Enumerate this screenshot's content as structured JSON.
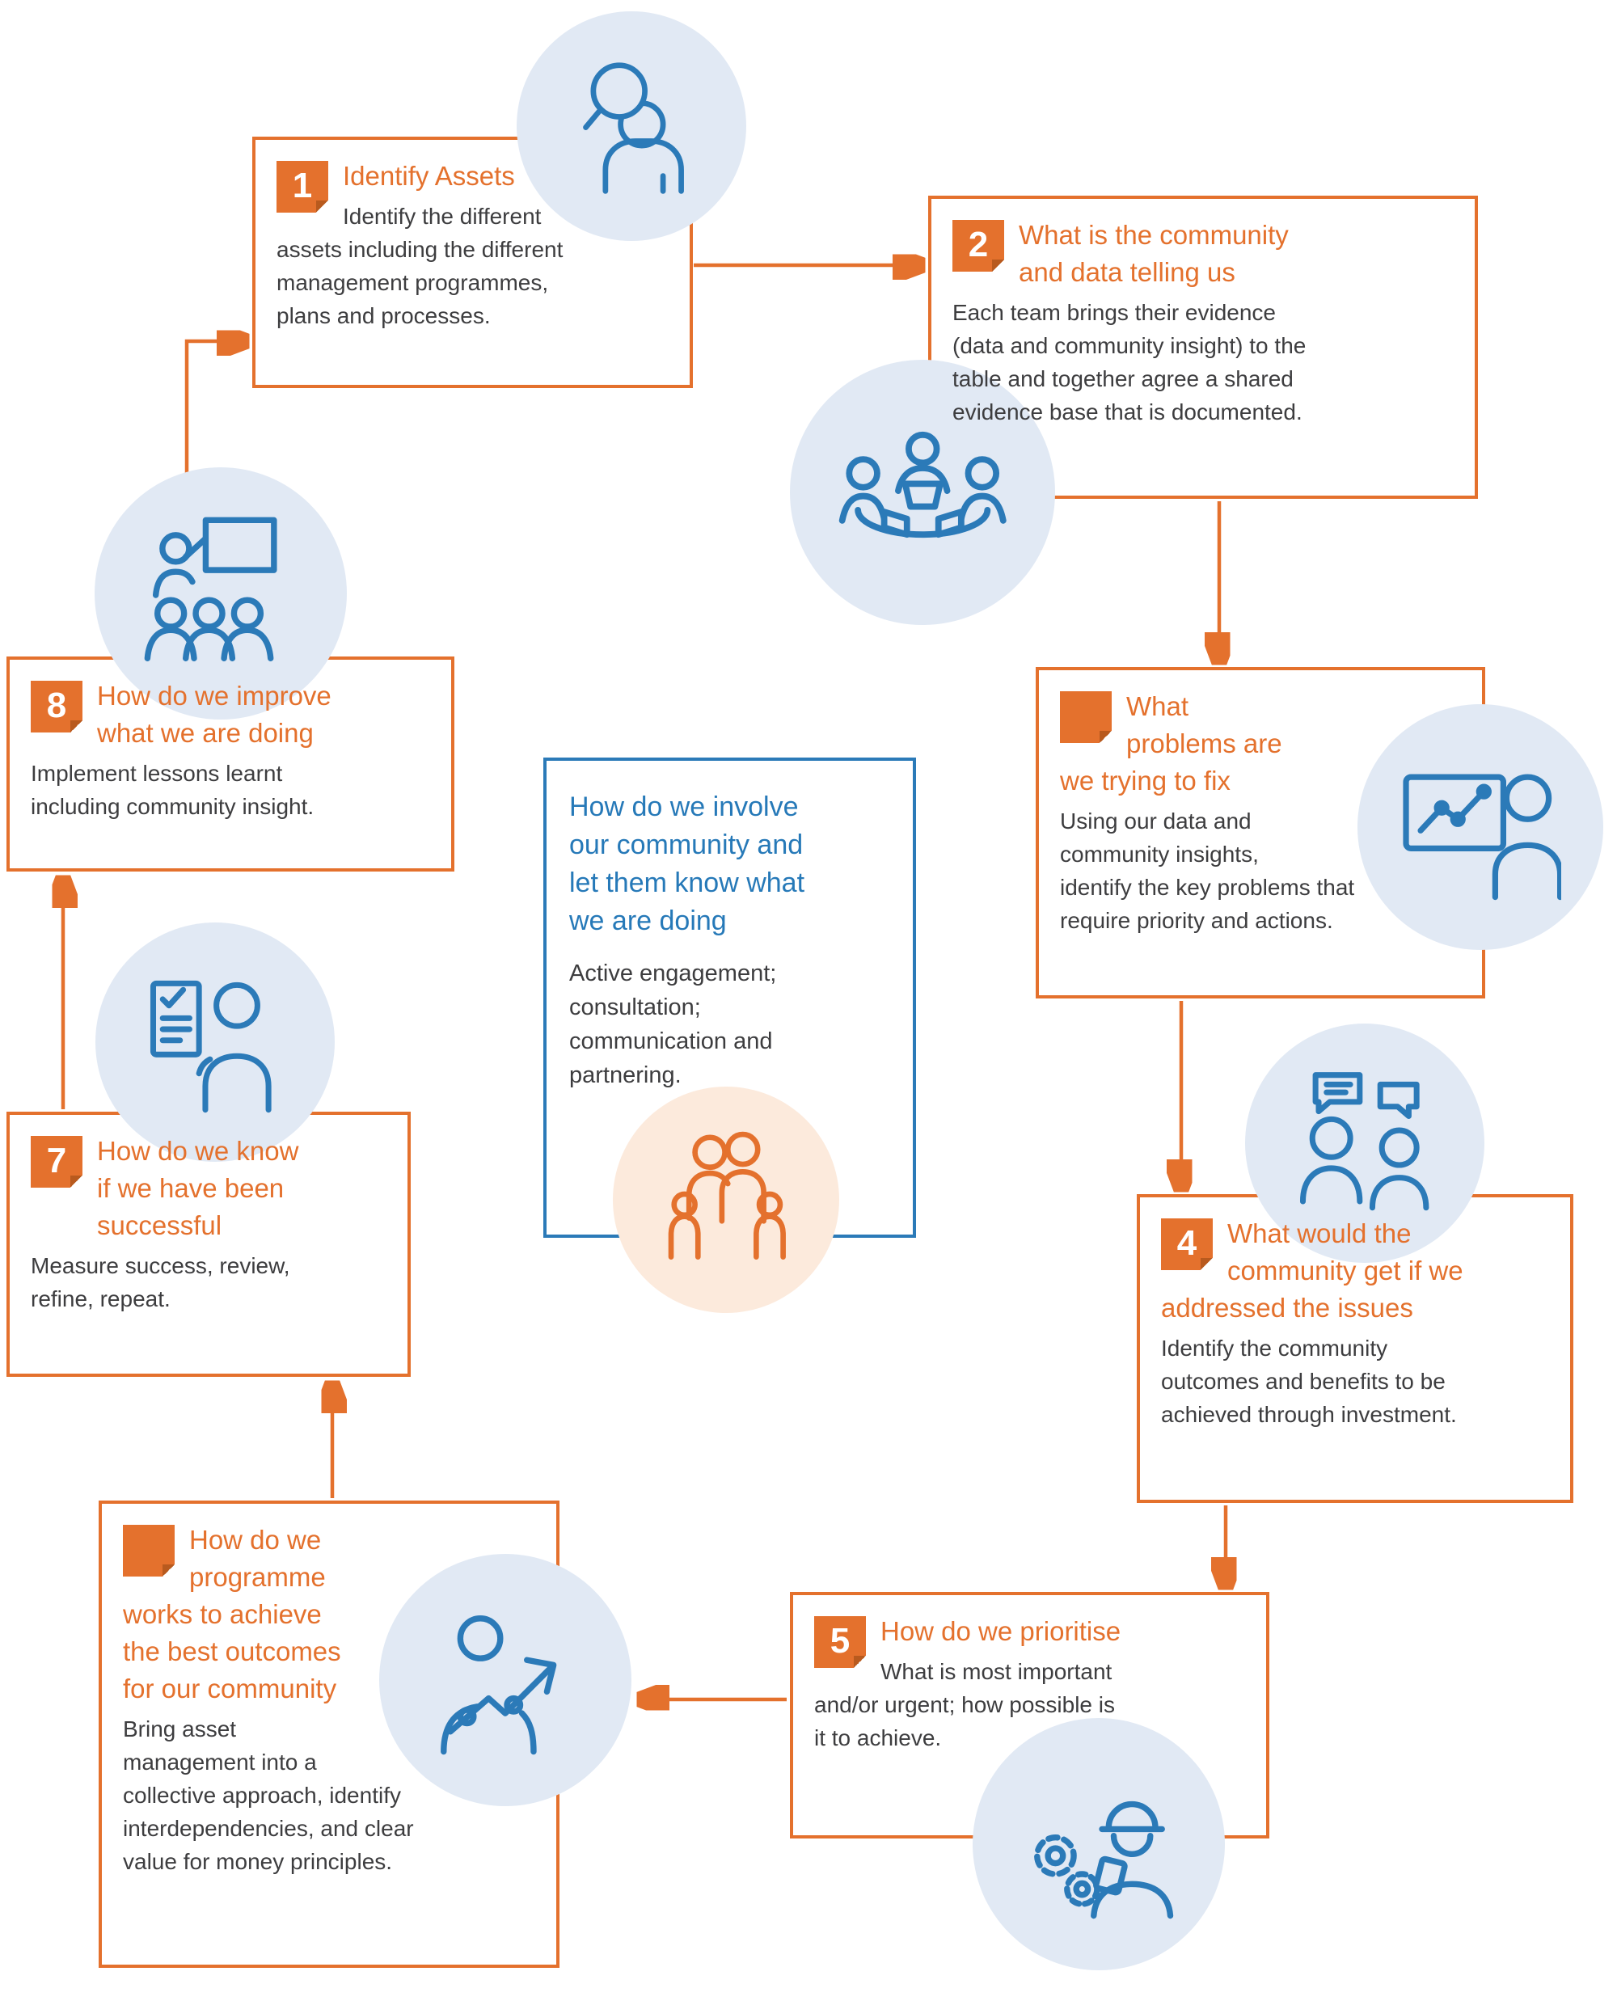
{
  "colors": {
    "accent_orange": "#e4712d",
    "accent_blue": "#2679b8",
    "body_text": "#3d3d3f",
    "icon_circle_blue": "#e1e9f4",
    "icon_circle_orange": "#fceadc"
  },
  "steps": [
    {
      "number": "1",
      "title": "Identify Assets",
      "description": "Identify the different\nassets including the different\nmanagement programmes,\nplans and processes.",
      "icon": "magnifier-person-icon"
    },
    {
      "number": "2",
      "title": "What is the community\nand data telling us",
      "description": "Each team brings their evidence\n(data and community insight) to the\ntable and together agree a shared\nevidence base that is documented.",
      "icon": "team-meeting-icon"
    },
    {
      "number": "",
      "title": "What\nproblems are\nwe trying to fix",
      "description": "Using our data and\ncommunity insights,\nidentify the key problems that\nrequire priority and actions.",
      "icon": "data-screen-icon"
    },
    {
      "number": "4",
      "title": "What would the\ncommunity get if we\naddressed the issues",
      "description": "Identify the community\noutcomes and benefits to be\nachieved through investment.",
      "icon": "conversation-icon"
    },
    {
      "number": "5",
      "title": "How do we prioritise",
      "description": "What is most important\nand/or urgent; how possible is\nit to achieve.",
      "icon": "engineer-gears-icon"
    },
    {
      "number": "",
      "title": "How do we\nprogramme\nworks to achieve\nthe best outcomes\nfor our community",
      "description": "Bring asset\nmanagement into a\ncollective approach, identify\ninterdependencies, and clear\nvalue for money principles.",
      "icon": "growth-arrow-icon"
    },
    {
      "number": "7",
      "title": "How do we know\nif we have been\nsuccessful",
      "description": "Measure success, review,\nrefine, repeat.",
      "icon": "checklist-icon"
    },
    {
      "number": "8",
      "title": "How do we improve\nwhat we are doing",
      "description": "Implement lessons learnt\nincluding community insight.",
      "icon": "presenter-icon"
    }
  ],
  "center": {
    "title": "How do we involve\nour community and\nlet them know what\nwe are doing",
    "description": "Active engagement;\nconsultation;\ncommunication and\npartnering.",
    "icon": "family-icon"
  }
}
